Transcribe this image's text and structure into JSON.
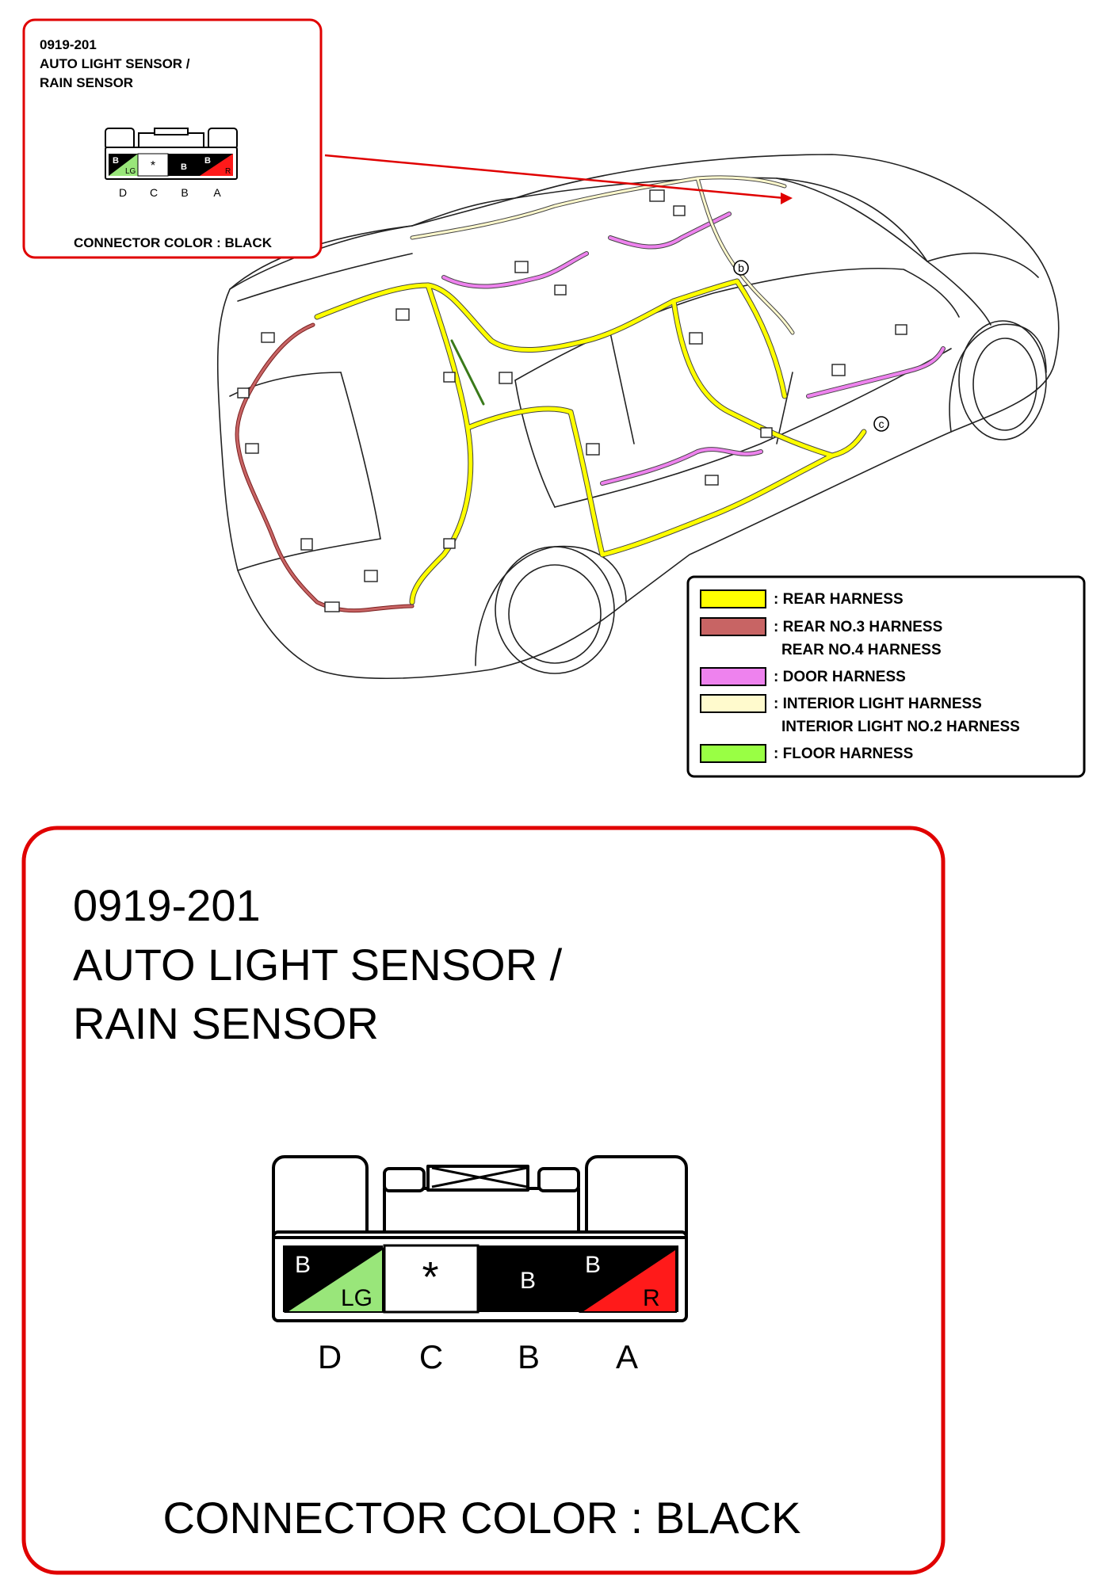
{
  "small_callout": {
    "code": "0919-201",
    "title_line1": "AUTO LIGHT SENSOR /",
    "title_line2": "RAIN SENSOR",
    "connector_color": "CONNECTOR COLOR : BLACK"
  },
  "large_callout": {
    "code": "0919-201",
    "title_line1": "AUTO LIGHT SENSOR /",
    "title_line2": "RAIN SENSOR",
    "connector_color": "CONNECTOR COLOR : BLACK"
  },
  "connector": {
    "terminals": [
      {
        "pin": "D",
        "wire_top": "B",
        "wire_bottom": "LG",
        "colors": [
          "#000000",
          "#99e67a"
        ]
      },
      {
        "pin": "C",
        "wire_top": "*",
        "wire_bottom": "",
        "colors": [
          "#ffffff"
        ]
      },
      {
        "pin": "B",
        "wire_top": "B",
        "wire_bottom": "",
        "colors": [
          "#000000"
        ]
      },
      {
        "pin": "A",
        "wire_top": "B",
        "wire_bottom": "R",
        "colors": [
          "#000000",
          "#ff1a1a"
        ]
      }
    ]
  },
  "diagram": {
    "marker_b": "b",
    "marker_c": "c"
  },
  "legend": {
    "items": [
      {
        "color": "#ffff00",
        "line1": ": REAR HARNESS",
        "line2": ""
      },
      {
        "color": "#c86464",
        "line1": ": REAR NO.3 HARNESS",
        "line2": "REAR NO.4 HARNESS"
      },
      {
        "color": "#ee82ee",
        "line1": ": DOOR HARNESS",
        "line2": ""
      },
      {
        "color": "#fffacd",
        "line1": ": INTERIOR LIGHT HARNESS",
        "line2": "INTERIOR LIGHT NO.2 HARNESS"
      },
      {
        "color": "#99ff44",
        "line1": ": FLOOR HARNESS",
        "line2": ""
      }
    ]
  },
  "colors": {
    "callout_border": "#e00000",
    "rear_harness": "#ffff00",
    "rear_no3_harness": "#c86464",
    "door_harness": "#ee82ee",
    "interior_light_harness": "#fffacd",
    "floor_harness": "#99ff44"
  }
}
